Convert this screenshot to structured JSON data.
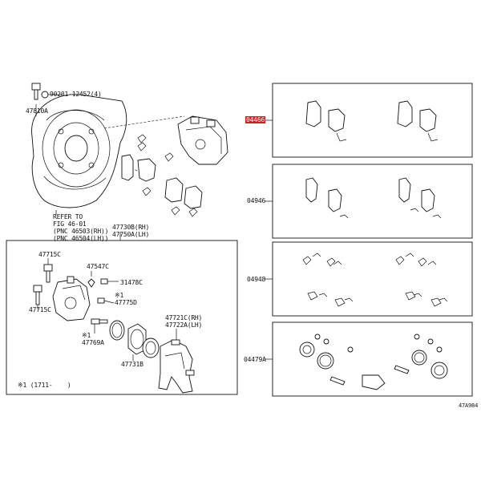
{
  "colors": {
    "highlight": "#e0171f",
    "line": "#111111"
  },
  "labels": {
    "bolt_top": "90201-12452(4)",
    "bolt_left": "47810A",
    "refer": "REFER TO\nFIG 46-01\n(PNC 46503(RH))\n(PNC 46504(LH))",
    "caliper_assy": "47730B(RH)\n47750A(LH)",
    "p47715c_top": "47715C",
    "p47715c_bottom": "47715C",
    "p47547c": "47547C",
    "p31478c": "31478C",
    "p47775d": "※1\n47775D",
    "p47769a": "※1\n47769A",
    "p47731b": "47731B",
    "p47721c": "47721C(RH)\n47722A(LH)",
    "footnote": "※1 (1711-    )",
    "kit_pads": "04466",
    "kit_shims": "04946",
    "kit_clips": "04948",
    "kit_seals": "04479A",
    "figure_code": "47A984"
  }
}
